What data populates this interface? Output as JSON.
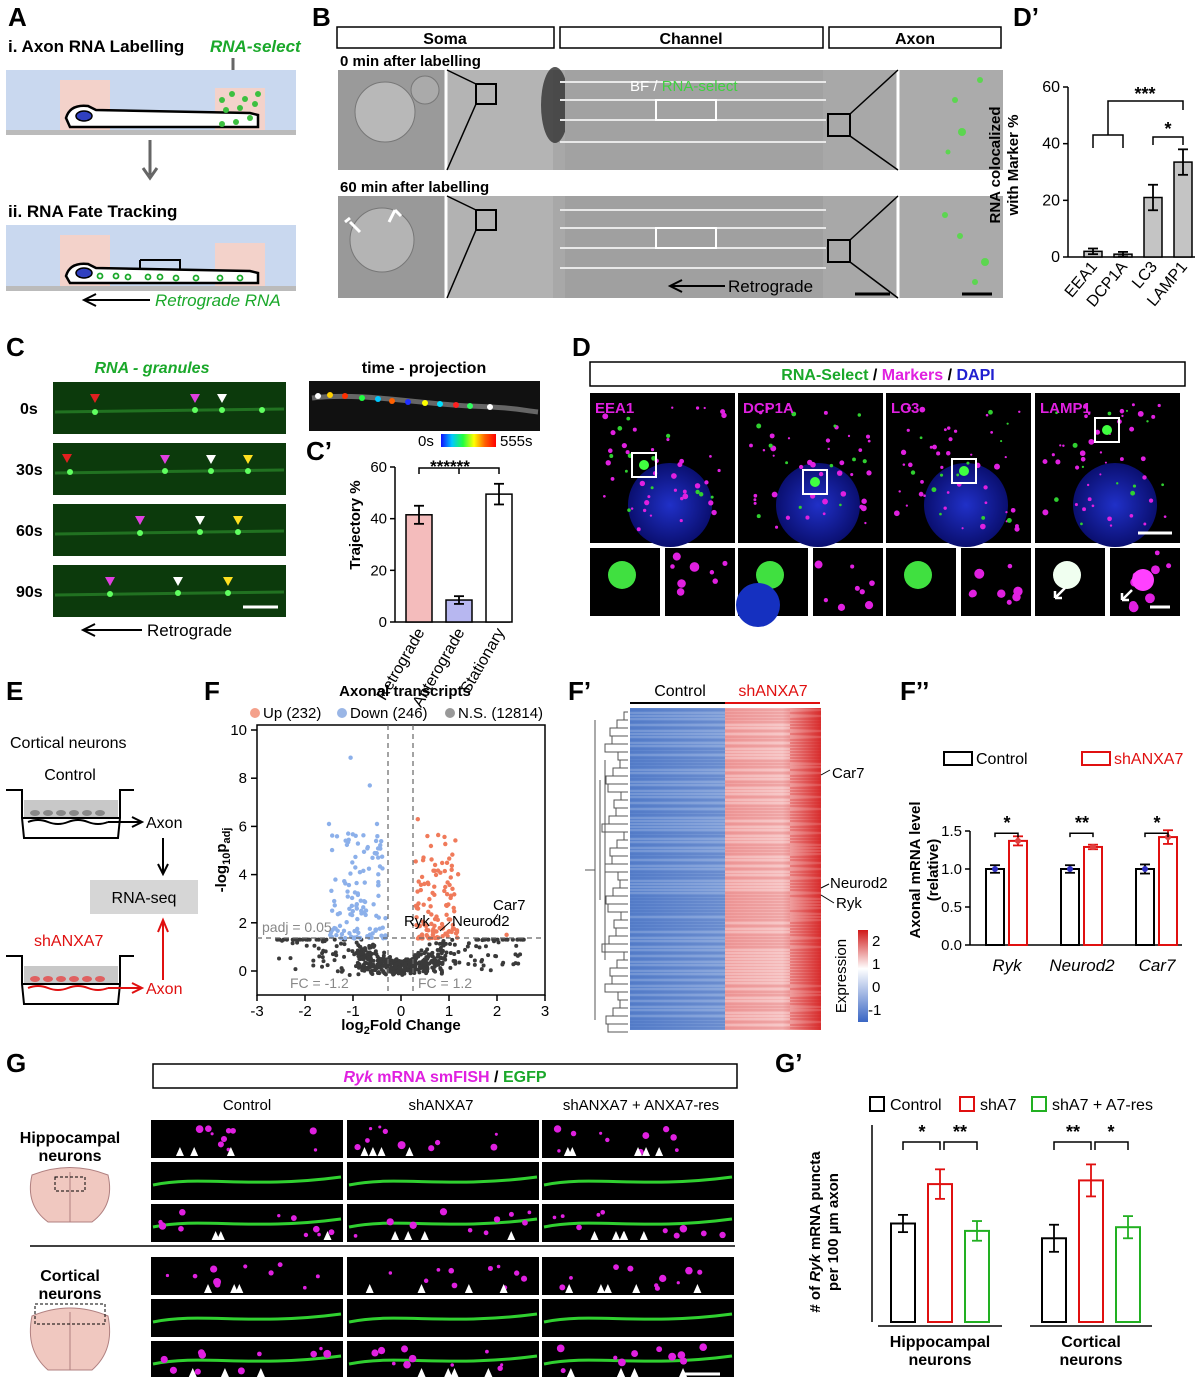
{
  "panel_labels": {
    "A": "A",
    "B": "B",
    "D_prime": "D’",
    "C": "C",
    "C_prime": "C’",
    "D": "D",
    "E": "E",
    "F": "F",
    "F_prime": "F’",
    "F_dprime": "F’’",
    "G": "G",
    "G_prime": "G’"
  },
  "panel_A": {
    "title_i": "i. Axon RNA Labelling",
    "rna_select": "RNA-select",
    "title_ii": "ii. RNA Fate Tracking",
    "retrograde": "Retrograde RNA"
  },
  "panel_B": {
    "header_soma": "Soma",
    "header_channel": "Channel",
    "header_axon": "Axon",
    "row1": "0 min after labelling",
    "row2": "60 min after labelling",
    "overlay_bf": "BF",
    "overlay_sep": " / ",
    "overlay_rna": "RNA-select",
    "retrograde": "Retrograde"
  },
  "panel_C": {
    "title": "RNA - granules",
    "times": [
      "0s",
      "30s",
      "60s",
      "90s"
    ],
    "retrograde": "Retrograde",
    "projection_title": "time - projection",
    "cbar_min": "0s",
    "cbar_max": "555s"
  },
  "chart_data": [
    {
      "id": "C_prime",
      "type": "bar",
      "categories": [
        "Retrograde",
        "Anterograde",
        "Stationary"
      ],
      "values": [
        41.5,
        8.5,
        49.5
      ],
      "errors": [
        3.5,
        1.5,
        4.0
      ],
      "ylabel": "Trajectory %",
      "ylim": [
        0,
        60
      ],
      "yticks": [
        "0",
        "20",
        "40",
        "60"
      ],
      "significance": "******",
      "colors": [
        "#f4bcbc",
        "#b7b7f0",
        "#ffffff"
      ]
    },
    {
      "id": "D_prime",
      "type": "bar",
      "categories": [
        "EEA1",
        "DCP1A",
        "LC3",
        "LAMP1"
      ],
      "values": [
        2.0,
        1.0,
        21.0,
        33.5
      ],
      "errors": [
        1.0,
        0.8,
        4.5,
        4.5
      ],
      "ylabel_line1": "RNA colocalized",
      "ylabel_line2": "with Marker %",
      "ylim": [
        0,
        60
      ],
      "yticks": [
        "0",
        "20",
        "40",
        "60"
      ],
      "sig": [
        "***",
        "*"
      ]
    },
    {
      "id": "F_dprime",
      "type": "bar",
      "categories": [
        "Ryk",
        "Neurod2",
        "Car7"
      ],
      "series": [
        {
          "name": "Control",
          "values": [
            1.0,
            1.0,
            1.0
          ],
          "errors": [
            0.05,
            0.05,
            0.06
          ]
        },
        {
          "name": "shANXA7",
          "values": [
            1.37,
            1.29,
            1.42
          ],
          "errors": [
            0.06,
            0.03,
            0.09
          ]
        }
      ],
      "ylabel_line1": "Axonal mRNA level",
      "ylabel_line2": "(relative)",
      "ylim": [
        0,
        1.5
      ],
      "yticks": [
        "0.0",
        "0.5",
        "1.0",
        "1.5"
      ],
      "sig": [
        "*",
        "**",
        "*"
      ]
    },
    {
      "id": "G_prime",
      "type": "bar",
      "groups": [
        "Hippocampal neurons",
        "Cortical neurons"
      ],
      "series": [
        {
          "name": "Control",
          "values": [
            4.0,
            3.4
          ],
          "errors": [
            0.35,
            0.55
          ]
        },
        {
          "name": "shA7",
          "values": [
            5.6,
            5.75
          ],
          "errors": [
            0.6,
            0.65
          ]
        },
        {
          "name": "shA7 + A7-res",
          "values": [
            3.7,
            3.85
          ],
          "errors": [
            0.4,
            0.45
          ]
        }
      ],
      "ylabel_line1": "# of Ryk mRNA puncta",
      "ylabel_line2": "per 100 µm axon",
      "ylim": [
        0,
        8
      ],
      "sig_h": [
        "*",
        "**"
      ],
      "sig_c": [
        "**",
        "*"
      ]
    },
    {
      "id": "F",
      "type": "scatter",
      "title": "Axonal transcripts",
      "legend": [
        "Up (232)",
        "Down (246)",
        "N.S. (12814)"
      ],
      "xlabel": "log2Fold Change",
      "ylabel": "-log10padj",
      "xlim": [
        -3,
        3
      ],
      "ylim": [
        -0.5,
        10
      ],
      "xticks": [
        "-3",
        "-2",
        "-1",
        "0",
        "1",
        "2",
        "3"
      ],
      "yticks": [
        "0",
        "2",
        "4",
        "6",
        "8",
        "10"
      ],
      "annotations": [
        "padj = 0.05",
        "FC = -1.2",
        "FC = 1.2",
        "Car7",
        "Ryk",
        "Neurod2"
      ]
    },
    {
      "id": "F_prime",
      "type": "heatmap",
      "columns": [
        "Control",
        "shANXA7"
      ],
      "genes": [
        "Car7",
        "Neurod2",
        "Ryk"
      ],
      "colorbar": {
        "ticks": [
          "2",
          "1",
          "0",
          "-1"
        ],
        "label": "Expression"
      }
    }
  ],
  "panel_D": {
    "header_a": "RNA-Select",
    "header_b": " / ",
    "header_c": "Markers",
    "header_d": " / ",
    "header_e": "DAPI",
    "markers": [
      "EEA1",
      "DCP1A",
      "LC3",
      "LAMP1"
    ]
  },
  "panel_E": {
    "cortical": "Cortical neurons",
    "control": "Control",
    "axon": "Axon",
    "rnaseq": "RNA-seq",
    "shanxa7": "shANXA7",
    "axon2": "Axon"
  },
  "panel_F_prime": {
    "control": "Control",
    "shanxa7": "shANXA7"
  },
  "panel_G": {
    "hdr_a": "Ryk",
    "hdr_b": " mRNA smFISH",
    "hdr_c": " / ",
    "hdr_d": "EGFP",
    "cols": [
      "Control",
      "shANXA7",
      "shANXA7 + ANXA7-res"
    ],
    "hippo_l1": "Hippocampal",
    "hippo_l2": "neurons",
    "cort_l1": "Cortical",
    "cort_l2": "neurons"
  }
}
